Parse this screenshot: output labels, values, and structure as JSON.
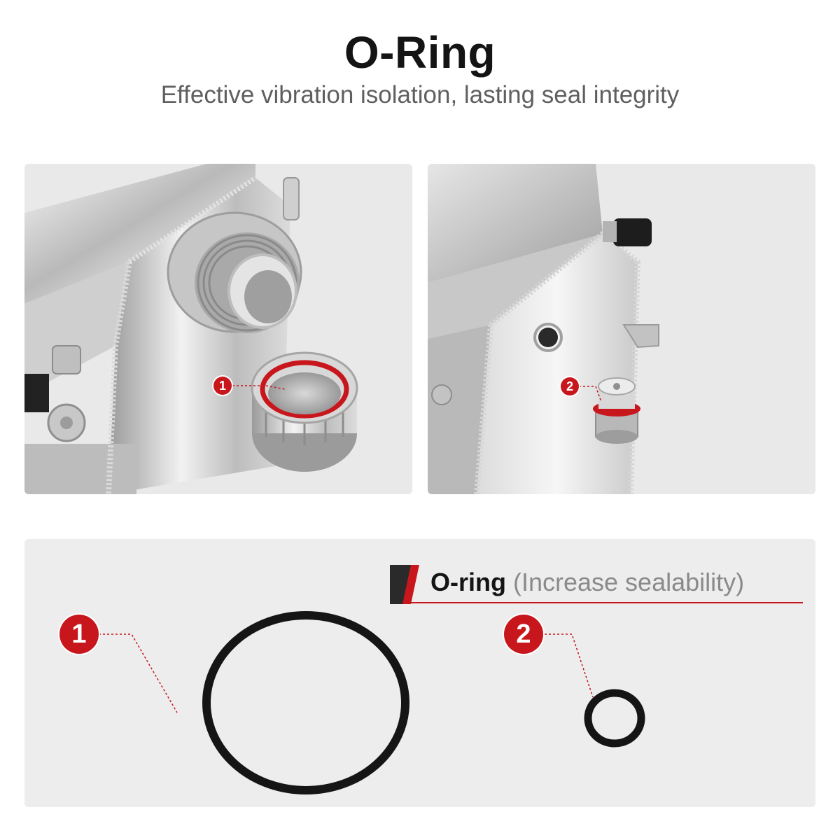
{
  "header": {
    "title": "O-Ring",
    "subtitle": "Effective vibration isolation, lasting seal integrity"
  },
  "callouts": {
    "one": "1",
    "two": "2"
  },
  "detail": {
    "label_main": "O-ring",
    "label_sub": "(Increase sealability)"
  },
  "colors": {
    "accent_red": "#c8161d",
    "panel_bg": "#e9e9e9",
    "title_text": "#141414",
    "subtitle_text": "#5f5f5f"
  }
}
